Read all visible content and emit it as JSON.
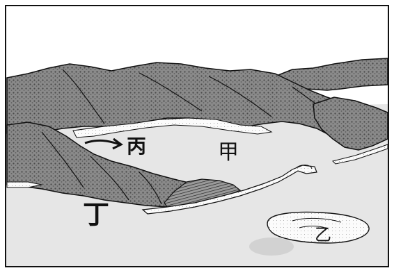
{
  "labels": {
    "jia": "甲",
    "yi": "乙",
    "bing": "丙",
    "ding": "丁"
  },
  "colors": {
    "sky": "#ffffff",
    "water": "#e6e6e6",
    "mountain": "#8a8a8a",
    "mountain_dark": "#555555",
    "beach": "#fafafa",
    "outline": "#111111"
  }
}
